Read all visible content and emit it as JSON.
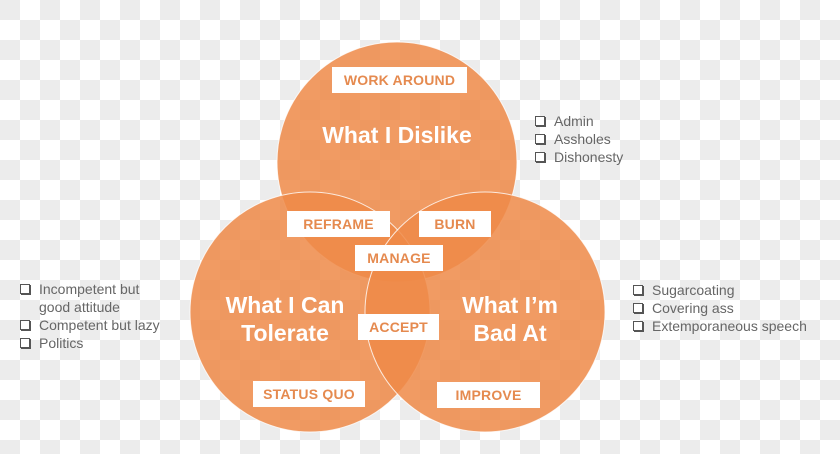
{
  "colors": {
    "circle_fill": "#f0955a",
    "overlap_fill": "#ed8038",
    "tag_text": "#e58a4f",
    "list_text": "#666666"
  },
  "circles": {
    "top": {
      "title": "What I Dislike",
      "region_label": "WORK AROUND"
    },
    "left": {
      "title_line1": "What I Can",
      "title_line2": "Tolerate",
      "region_label": "STATUS QUO"
    },
    "right": {
      "title_line1": "What I’m",
      "title_line2": "Bad At",
      "region_label": "IMPROVE"
    }
  },
  "overlaps": {
    "top_left": "REFRAME",
    "top_right": "BURN",
    "center": "MANAGE",
    "left_right": "ACCEPT"
  },
  "lists": {
    "dislike": [
      "Admin",
      "Assholes",
      "Dishonesty"
    ],
    "tolerate": [
      "Incompetent but good attitude",
      "Competent but lazy",
      "Politics"
    ],
    "bad_at": [
      "Sugarcoating",
      "Covering ass",
      "Extemporaneous speech"
    ]
  }
}
